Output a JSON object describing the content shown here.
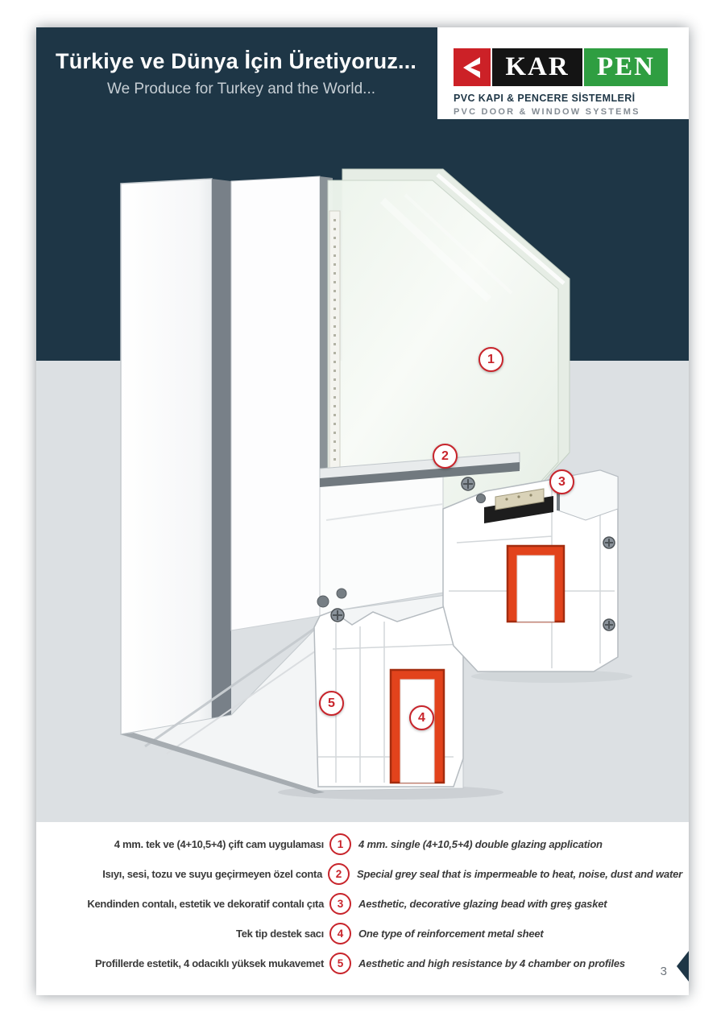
{
  "page": {
    "number": "3"
  },
  "header": {
    "title_tr": "Türkiye ve Dünya İçin Üretiyoruz...",
    "title_en": "We Produce for Turkey and the World..."
  },
  "logo": {
    "kar": "KAR",
    "pen": "PEN",
    "tagline_tr": "PVC KAPI & PENCERE SİSTEMLERİ",
    "tagline_en": "PVC DOOR & WINDOW SYSTEMS"
  },
  "colors": {
    "navy": "#1e3646",
    "illustration_bg": "#dce0e3",
    "callout_red": "#c8242b",
    "logo_red": "#cc2127",
    "logo_green": "#2f9e41",
    "reinforcement_orange": "#e2431c"
  },
  "legend": {
    "items": [
      {
        "num": "1",
        "tr": "4 mm. tek ve (4+10,5+4) çift cam uygulaması",
        "en": "4 mm. single (4+10,5+4) double glazing application"
      },
      {
        "num": "2",
        "tr": "Isıyı, sesi, tozu ve suyu geçirmeyen özel conta",
        "en": "Special grey seal that is impermeable to heat, noise, dust and water"
      },
      {
        "num": "3",
        "tr": "Kendinden contalı, estetik ve dekoratif contalı çıta",
        "en": "Aesthetic, decorative glazing bead with greş gasket"
      },
      {
        "num": "4",
        "tr": "Tek tip destek sacı",
        "en": "One type of reinforcement metal sheet"
      },
      {
        "num": "5",
        "tr": "Profillerde estetik, 4 odacıklı yüksek mukavemet",
        "en": "Aesthetic and high resistance by 4 chamber on profiles"
      }
    ]
  }
}
